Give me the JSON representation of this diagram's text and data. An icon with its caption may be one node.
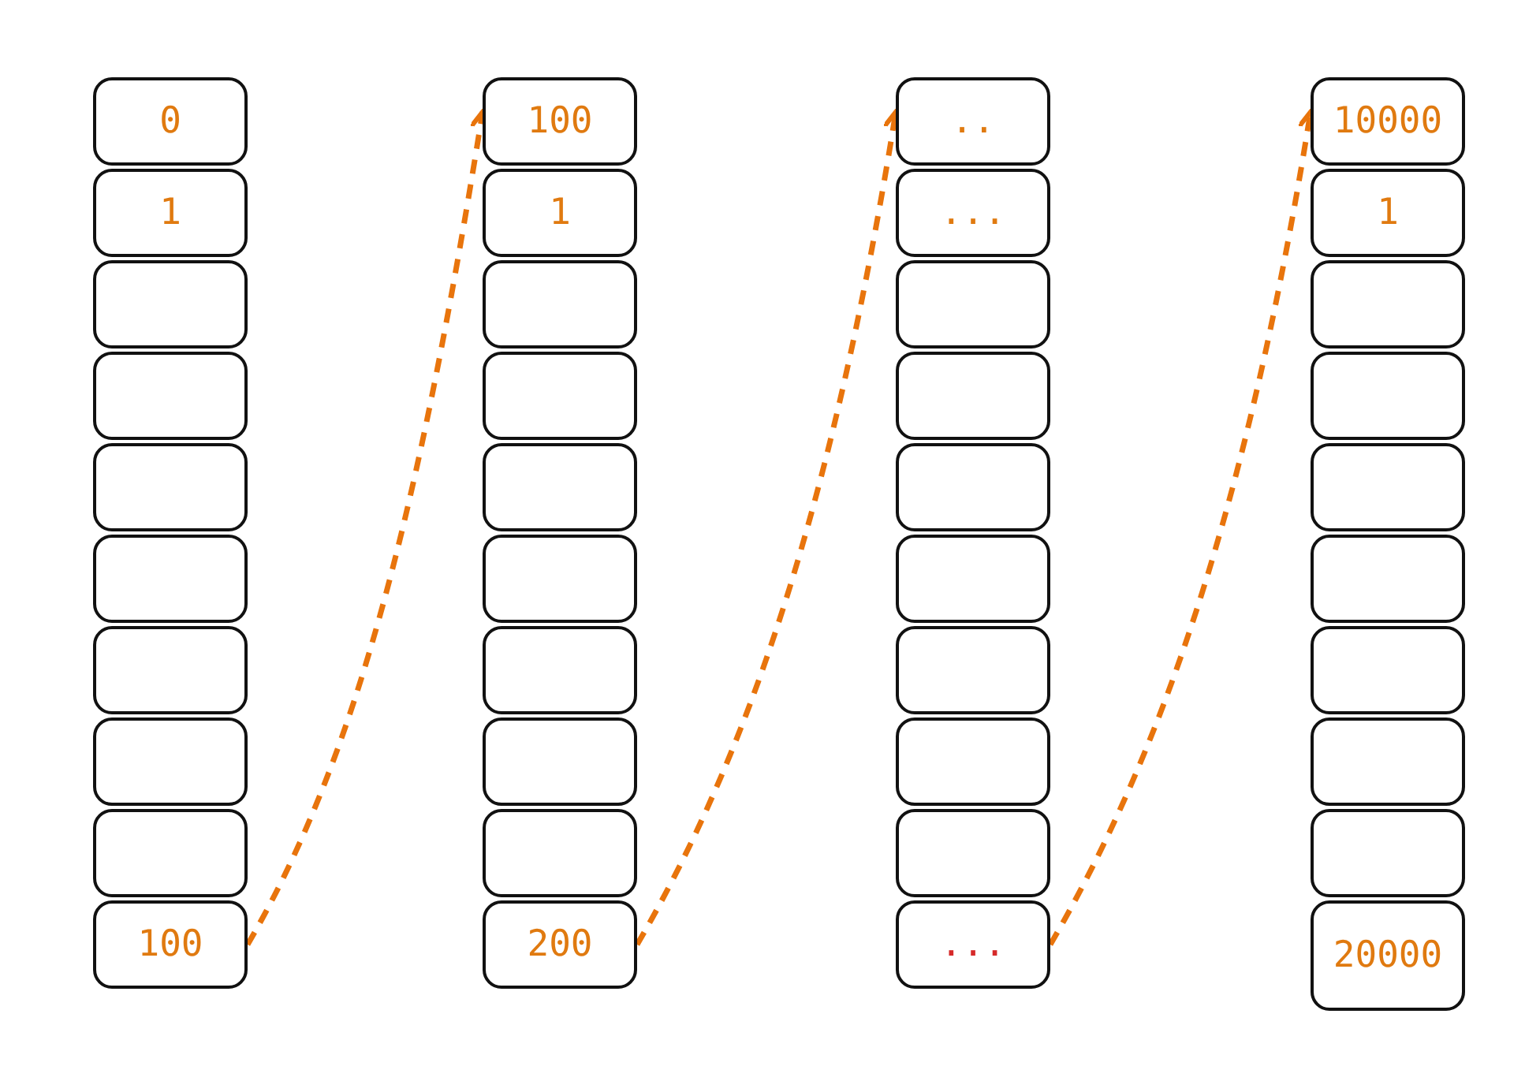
{
  "diagram": {
    "nodes": [
      {
        "text": [
          "0"
        ]
      },
      {
        "text": [
          "1"
        ]
      },
      {
        "text": [],
        "shape": "box"
      },
      {
        "text": [],
        "shape": "box"
      },
      {
        "text": [],
        "shape": "box"
      },
      {
        "text": [],
        "shape": "box"
      },
      {
        "text": [],
        "shape": "box"
      },
      {
        "text": [],
        "shape": "box"
      },
      {
        "text": [],
        "shape": "box"
      },
      {
        "text": [
          "100"
        ]
      },
      {
        "text": [
          "100"
        ]
      },
      {
        "text": [
          "1"
        ]
      },
      {
        "text": [],
        "shape": "box"
      },
      {
        "text": [],
        "shape": "box"
      },
      {
        "text": [],
        "shape": "box"
      },
      {
        "text": [],
        "shape": "box"
      },
      {
        "text": [],
        "shape": "box"
      },
      {
        "text": [],
        "shape": "box"
      },
      {
        "text": [],
        "shape": "box"
      },
      {
        "text": [
          "200"
        ]
      },
      {
        "text": [
          ".."
        ]
      },
      {
        "text": [
          "..."
        ]
      },
      {
        "text": [],
        "shape": "box"
      },
      {
        "text": [],
        "shape": "box"
      },
      {
        "text": [],
        "shape": "box"
      },
      {
        "text": [],
        "shape": "box"
      },
      {
        "text": [],
        "shape": "box"
      },
      {
        "text": [],
        "shape": "box"
      },
      {
        "text": [],
        "shape": "box"
      },
      {
        "text": [
          "..."
        ]
      },
      {
        "text": [
          "10000"
        ]
      },
      {
        "text": [
          "1"
        ]
      },
      {
        "text": [],
        "shape": "box"
      },
      {
        "text": [],
        "shape": "box"
      },
      {
        "text": [],
        "shape": "box"
      },
      {
        "text": [],
        "shape": "box"
      },
      {
        "text": [],
        "shape": "box"
      },
      {
        "text": [],
        "shape": "box"
      },
      {
        "text": [],
        "shape": "box"
      },
      {
        "text": [
          "20000"
        ]
      }
    ],
    "edges": [
      {
        "from": 9,
        "to": 10,
        "arrow": "to",
        "style": "dashed",
        "color": "#e8740c"
      },
      {
        "from": 19,
        "to": 20,
        "arrow": "to",
        "style": "dashed",
        "color": "#e8740c"
      },
      {
        "from": 29,
        "to": 30,
        "arrow": "to",
        "style": "dashed",
        "color": "#e8740c"
      }
    ]
  }
}
